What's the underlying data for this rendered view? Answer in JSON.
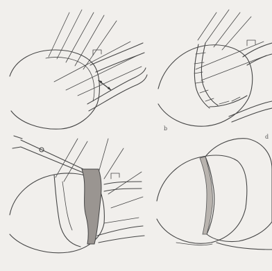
{
  "panels": [
    {
      "id": "a",
      "label": ""
    },
    {
      "id": "b",
      "label": "b"
    },
    {
      "id": "c",
      "label": ""
    },
    {
      "id": "d",
      "label": "d"
    }
  ]
}
